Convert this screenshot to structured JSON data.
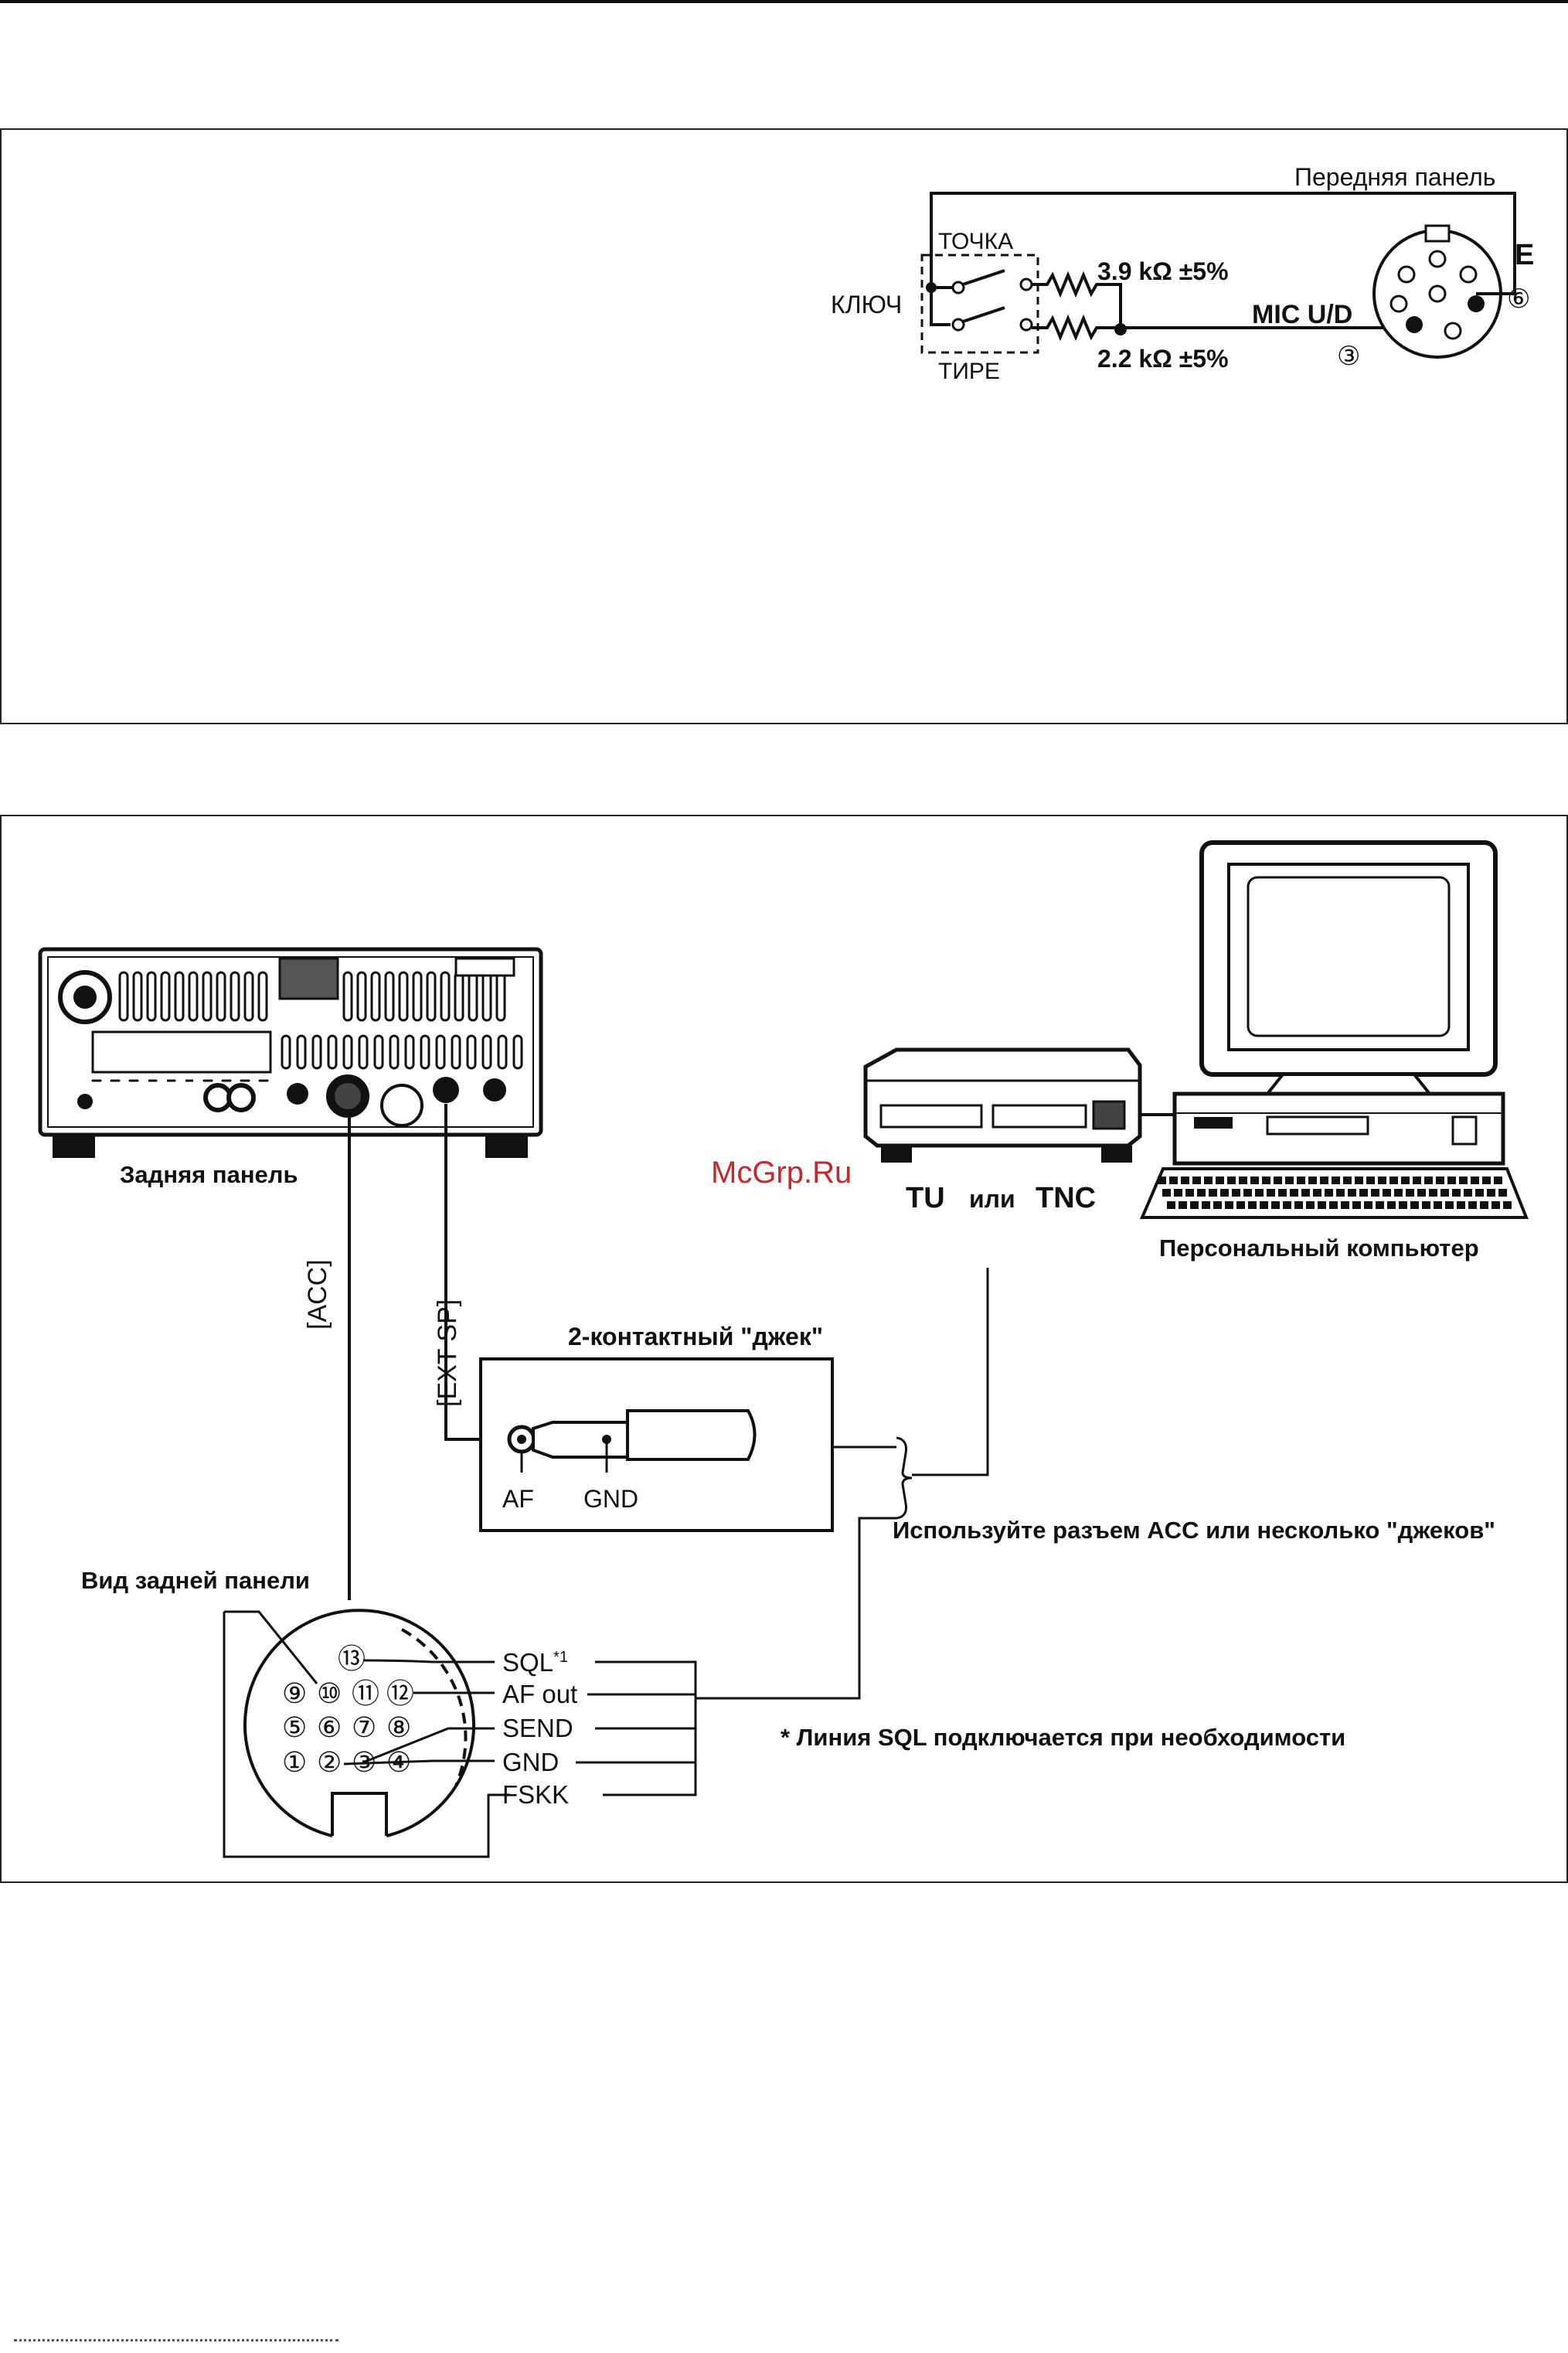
{
  "watermark": "McGrp.Ru",
  "key_diagram": {
    "front_panel": "Передняя панель",
    "key": "КЛЮЧ",
    "dot": "ТОЧКА",
    "dash": "ТИРЕ",
    "r1": "3.9 kΩ ±5%",
    "r2": "2.2 kΩ ±5%",
    "mic_ud": "MIC U/D",
    "e": "E",
    "pin3": "③",
    "pin6": "⑥"
  },
  "acc_diagram": {
    "rear_panel": "Задняя панель",
    "acc": "[ACC]",
    "ext_sp": "[EXT SP]",
    "tu": "TU",
    "or": "или",
    "tnc": "TNC",
    "pc": "Персональный компьютер",
    "jack_title": "2-контактный \"джек\"",
    "af": "AF",
    "gnd_jack": "GND",
    "use_note": "Используйте разъем ACC или несколько \"джеков\"",
    "rear_view": "Вид задней панели",
    "sql": "SQL",
    "sql_sup": "*1",
    "af_out": "AF out",
    "send": "SEND",
    "gnd": "GND",
    "fskk": "FSKK",
    "sql_note": "* Линия SQL  подключается при необходимости",
    "pins": {
      "p1": "①",
      "p2": "②",
      "p3": "③",
      "p4": "④",
      "p5": "⑤",
      "p6": "⑥",
      "p7": "⑦",
      "p8": "⑧",
      "p9": "⑨",
      "p10": "⑩",
      "p11": "⑪",
      "p12": "⑫",
      "p13": "⑬"
    }
  }
}
